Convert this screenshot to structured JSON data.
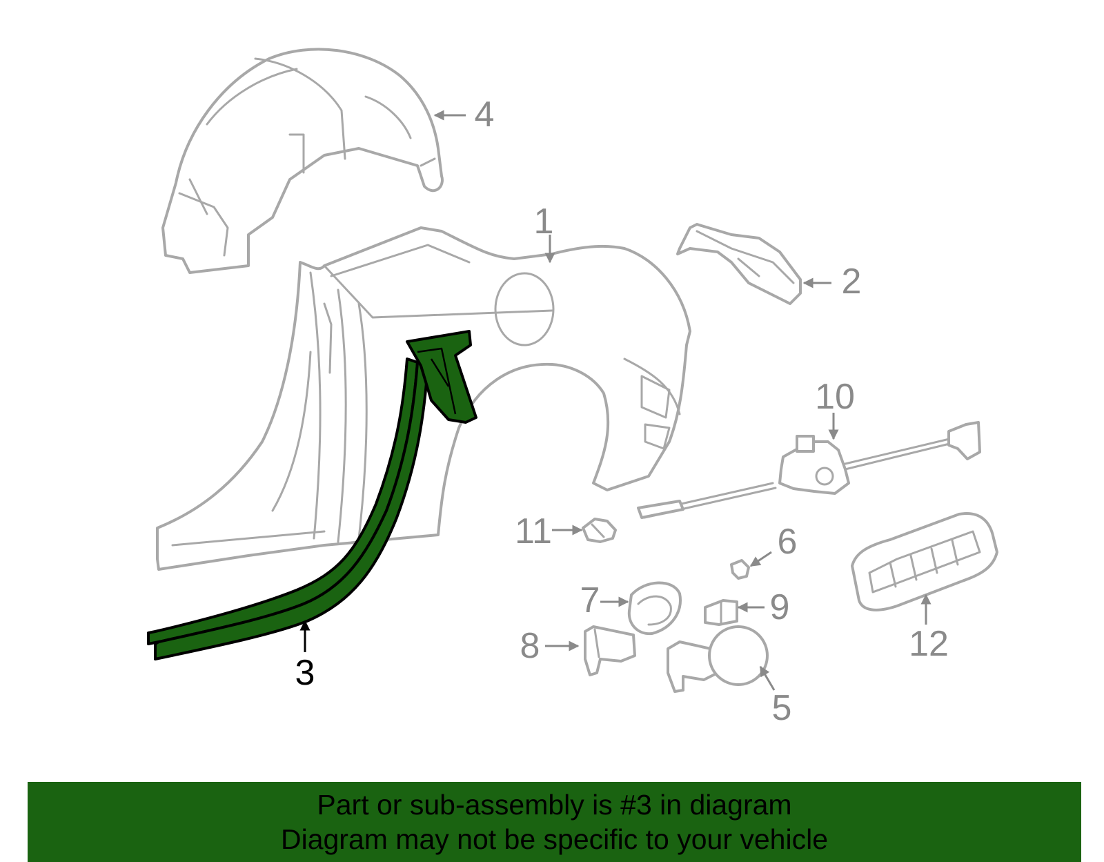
{
  "callouts": {
    "c1": "1",
    "c2": "2",
    "c3": "3",
    "c4": "4",
    "c5": "5",
    "c6": "6",
    "c7": "7",
    "c8": "8",
    "c9": "9",
    "c10": "10",
    "c11": "11",
    "c12": "12"
  },
  "highlighted_part": "3",
  "colors": {
    "highlight": "#1a6311",
    "outline": "#a8a8a8",
    "banner": "#1a6311"
  },
  "banner": {
    "line1": "Part or sub-assembly is #3 in diagram",
    "line2": "Diagram may not be specific to your vehicle"
  }
}
